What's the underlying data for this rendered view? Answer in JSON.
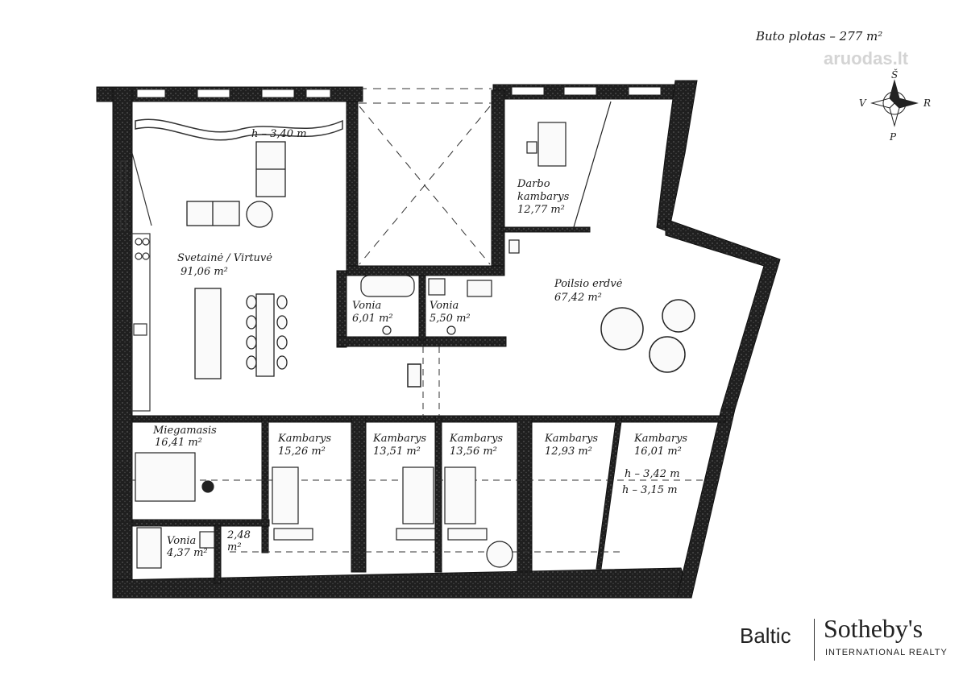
{
  "header": {
    "total_area": "Buto plotas – 277 m²"
  },
  "watermark": {
    "text": "aruodas.lt"
  },
  "compass": {
    "north": "Š",
    "south": "P",
    "west": "V",
    "east": "R"
  },
  "rooms": {
    "living": {
      "name": "Svetainė / Virtuvė",
      "area": "91,06 m²",
      "height": "h – 3,40 m"
    },
    "office": {
      "name_line1": "Darbo",
      "name_line2": "kambarys",
      "area": "12,77 m²"
    },
    "lounge": {
      "name": "Poilsio erdvė",
      "area": "67,42 m²"
    },
    "bath1": {
      "name": "Vonia",
      "area": "6,01 m²"
    },
    "bath2": {
      "name": "Vonia",
      "area": "5,50 m²"
    },
    "bedroom_master": {
      "name": "Miegamasis",
      "area": "16,41 m²"
    },
    "room1": {
      "name": "Kambarys",
      "area": "15,26 m²"
    },
    "room2": {
      "name": "Kambarys",
      "area": "13,51 m²"
    },
    "room3": {
      "name": "Kambarys",
      "area": "13,56 m²"
    },
    "room4": {
      "name": "Kambarys",
      "area": "12,93 m²"
    },
    "room5": {
      "name": "Kambarys",
      "area": "16,01 m²",
      "height_upper": "h – 3,42 m",
      "height_lower": "h – 3,15 m"
    },
    "bath3": {
      "name": "Vonia",
      "area": "4,37 m²"
    },
    "storage": {
      "area_line1": "2,48",
      "area_line2": "m²"
    }
  },
  "brand": {
    "left": "Baltic",
    "main": "Sotheby's",
    "sub": "INTERNATIONAL REALTY"
  },
  "colors": {
    "wall": "#1f1f1f",
    "wall_texture": "#555555",
    "line": "#1a1a1a",
    "background": "#ffffff"
  }
}
